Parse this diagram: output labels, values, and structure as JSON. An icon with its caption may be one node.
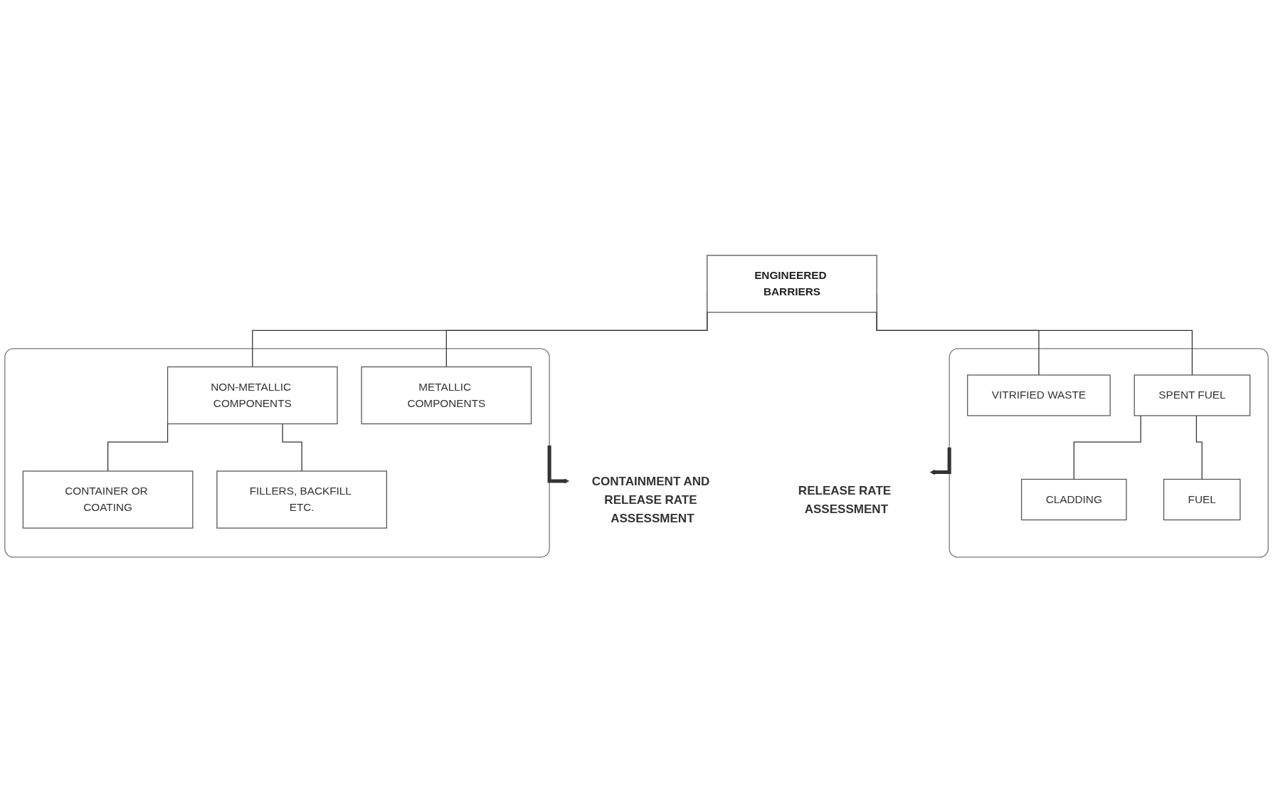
{
  "diagram": {
    "nodes": [
      {
        "text": [
          "ENGINEERED BARRIERS"
        ]
      },
      {
        "text": [],
        "shape": "box"
      },
      {
        "text": [
          "NON-METALLIC COMPONENTS"
        ],
        "in": 1
      },
      {
        "text": [
          "METALLIC COMPONENTS"
        ],
        "in": 1
      },
      {
        "text": [
          "CONTAINER OR COATING"
        ],
        "in": 1
      },
      {
        "text": [
          "FILLERS, BACKFILL ETC."
        ],
        "in": 1
      },
      {
        "text": [],
        "shape": "box"
      },
      {
        "text": [
          "VITRIFIED WASTE"
        ],
        "in": 6
      },
      {
        "text": [
          "SPENT FUEL"
        ],
        "in": 6
      },
      {
        "text": [
          "CLADDING"
        ],
        "in": 6
      },
      {
        "text": [
          "FUEL"
        ],
        "in": 6
      },
      {
        "text": [
          "CONTAINMENT AND RELEASE RATE ASSESSMENT"
        ]
      },
      {
        "text": [
          "RELEASE RATE ASSESSMENT"
        ]
      }
    ],
    "edges": [
      {
        "from": 0,
        "to": 2,
        "arrow": "none"
      },
      {
        "from": 0,
        "to": 3,
        "arrow": "none"
      },
      {
        "from": 0,
        "to": 7,
        "arrow": "none"
      },
      {
        "from": 0,
        "to": 8,
        "arrow": "none"
      },
      {
        "from": 2,
        "to": 4,
        "arrow": "none"
      },
      {
        "from": 2,
        "to": 5,
        "arrow": "none"
      },
      {
        "from": 8,
        "to": 9,
        "arrow": "none"
      },
      {
        "from": 8,
        "to": 10,
        "arrow": "none"
      },
      {
        "from": 1,
        "to": 11,
        "arrow": "to",
        "style": "thick"
      },
      {
        "from": 6,
        "to": 12,
        "arrow": "to",
        "style": "thick"
      }
    ]
  }
}
